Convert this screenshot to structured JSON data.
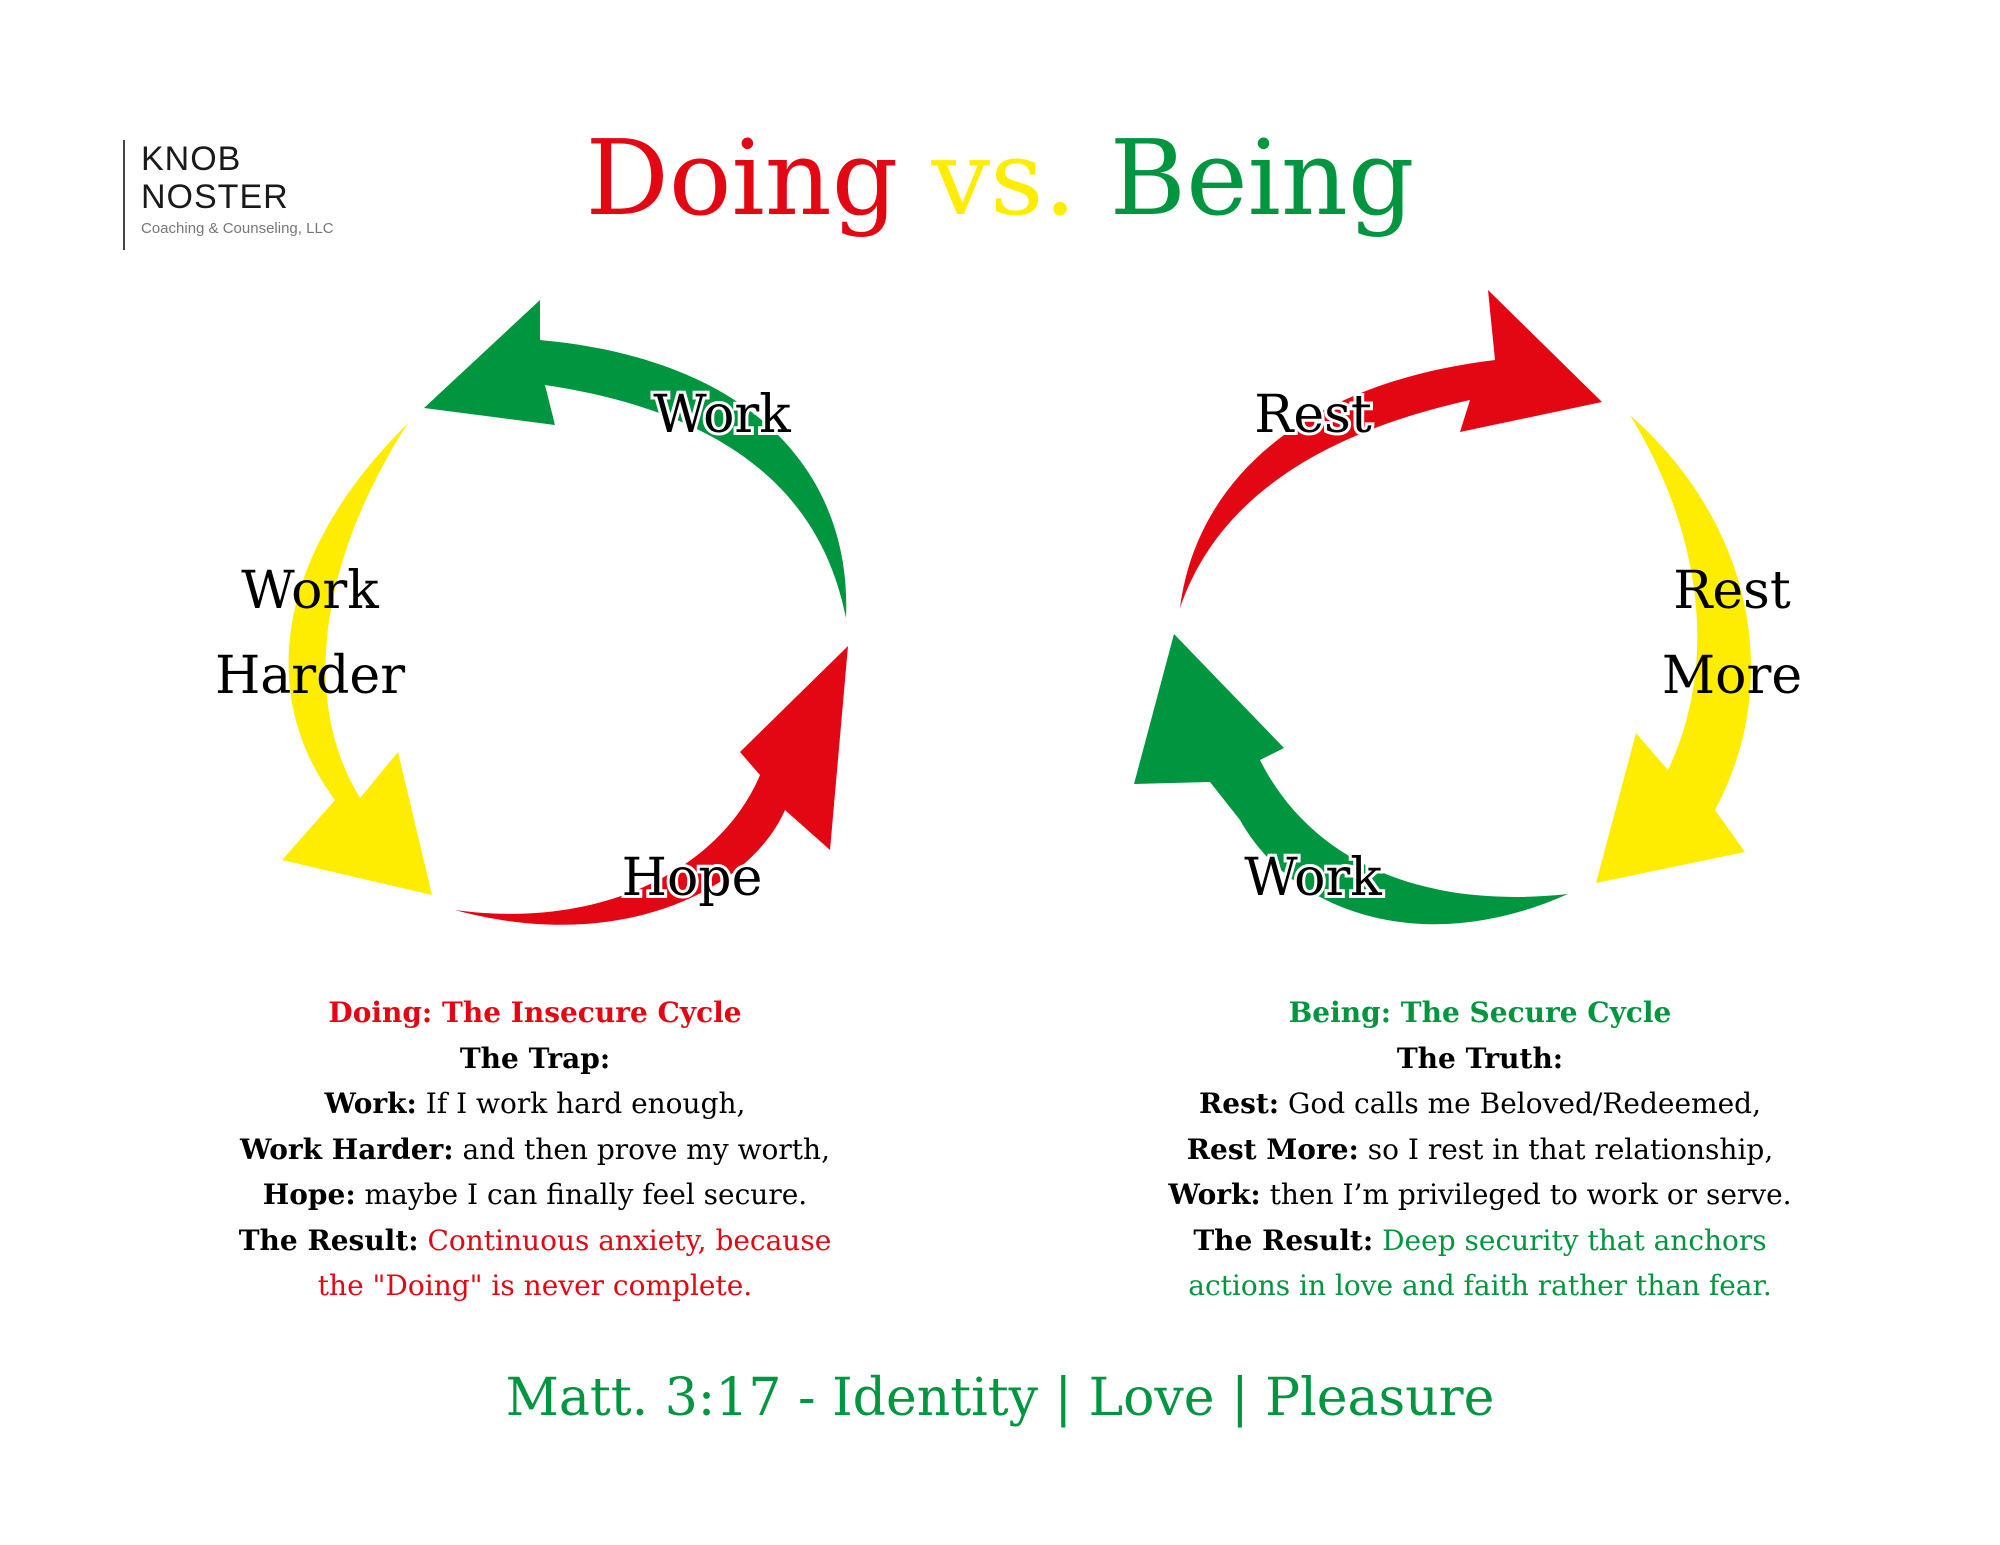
{
  "logo": {
    "line1": "KNOB",
    "line2": "NOSTER",
    "line3": "Coaching & Counseling, LLC"
  },
  "title": {
    "doing": "Doing",
    "vs": "vs.",
    "being": "Being"
  },
  "colors": {
    "red": "#e30613",
    "yellow": "#ffed00",
    "green": "#009640"
  },
  "left_cycle": {
    "labels": {
      "top": "Work",
      "side_line1": "Work",
      "side_line2": "Harder",
      "bottom": "Hope"
    },
    "arrows": [
      "green",
      "yellow",
      "red"
    ]
  },
  "right_cycle": {
    "labels": {
      "top": "Rest",
      "side_line1": "Rest",
      "side_line2": "More",
      "bottom": "Work"
    },
    "arrows": [
      "red",
      "yellow",
      "green"
    ]
  },
  "left_text": {
    "heading": "Doing: The Insecure Cycle",
    "subheading": "The Trap:",
    "line1_label": "Work:",
    "line1_text": " If I work hard enough,",
    "line2_label": "Work Harder:",
    "line2_text": " and then prove my worth,",
    "line3_label": "Hope:",
    "line3_text": " maybe I can finally feel secure.",
    "result_label": "The Result:",
    "result_text_1": " Continuous anxiety, because",
    "result_text_2": "the \"Doing\" is never complete."
  },
  "right_text": {
    "heading": "Being: The Secure Cycle",
    "subheading": "The Truth:",
    "line1_label": "Rest:",
    "line1_text": " God calls me Beloved/Redeemed,",
    "line2_label": "Rest More:",
    "line2_text": " so I rest in that relationship,",
    "line3_label": "Work:",
    "line3_text": " then I’m privileged to work or serve.",
    "result_label": "The Result:",
    "result_text_1": " Deep security that anchors",
    "result_text_2": "actions in love and faith rather than fear."
  },
  "footer": "Matt. 3:17 - Identity | Love | Pleasure"
}
